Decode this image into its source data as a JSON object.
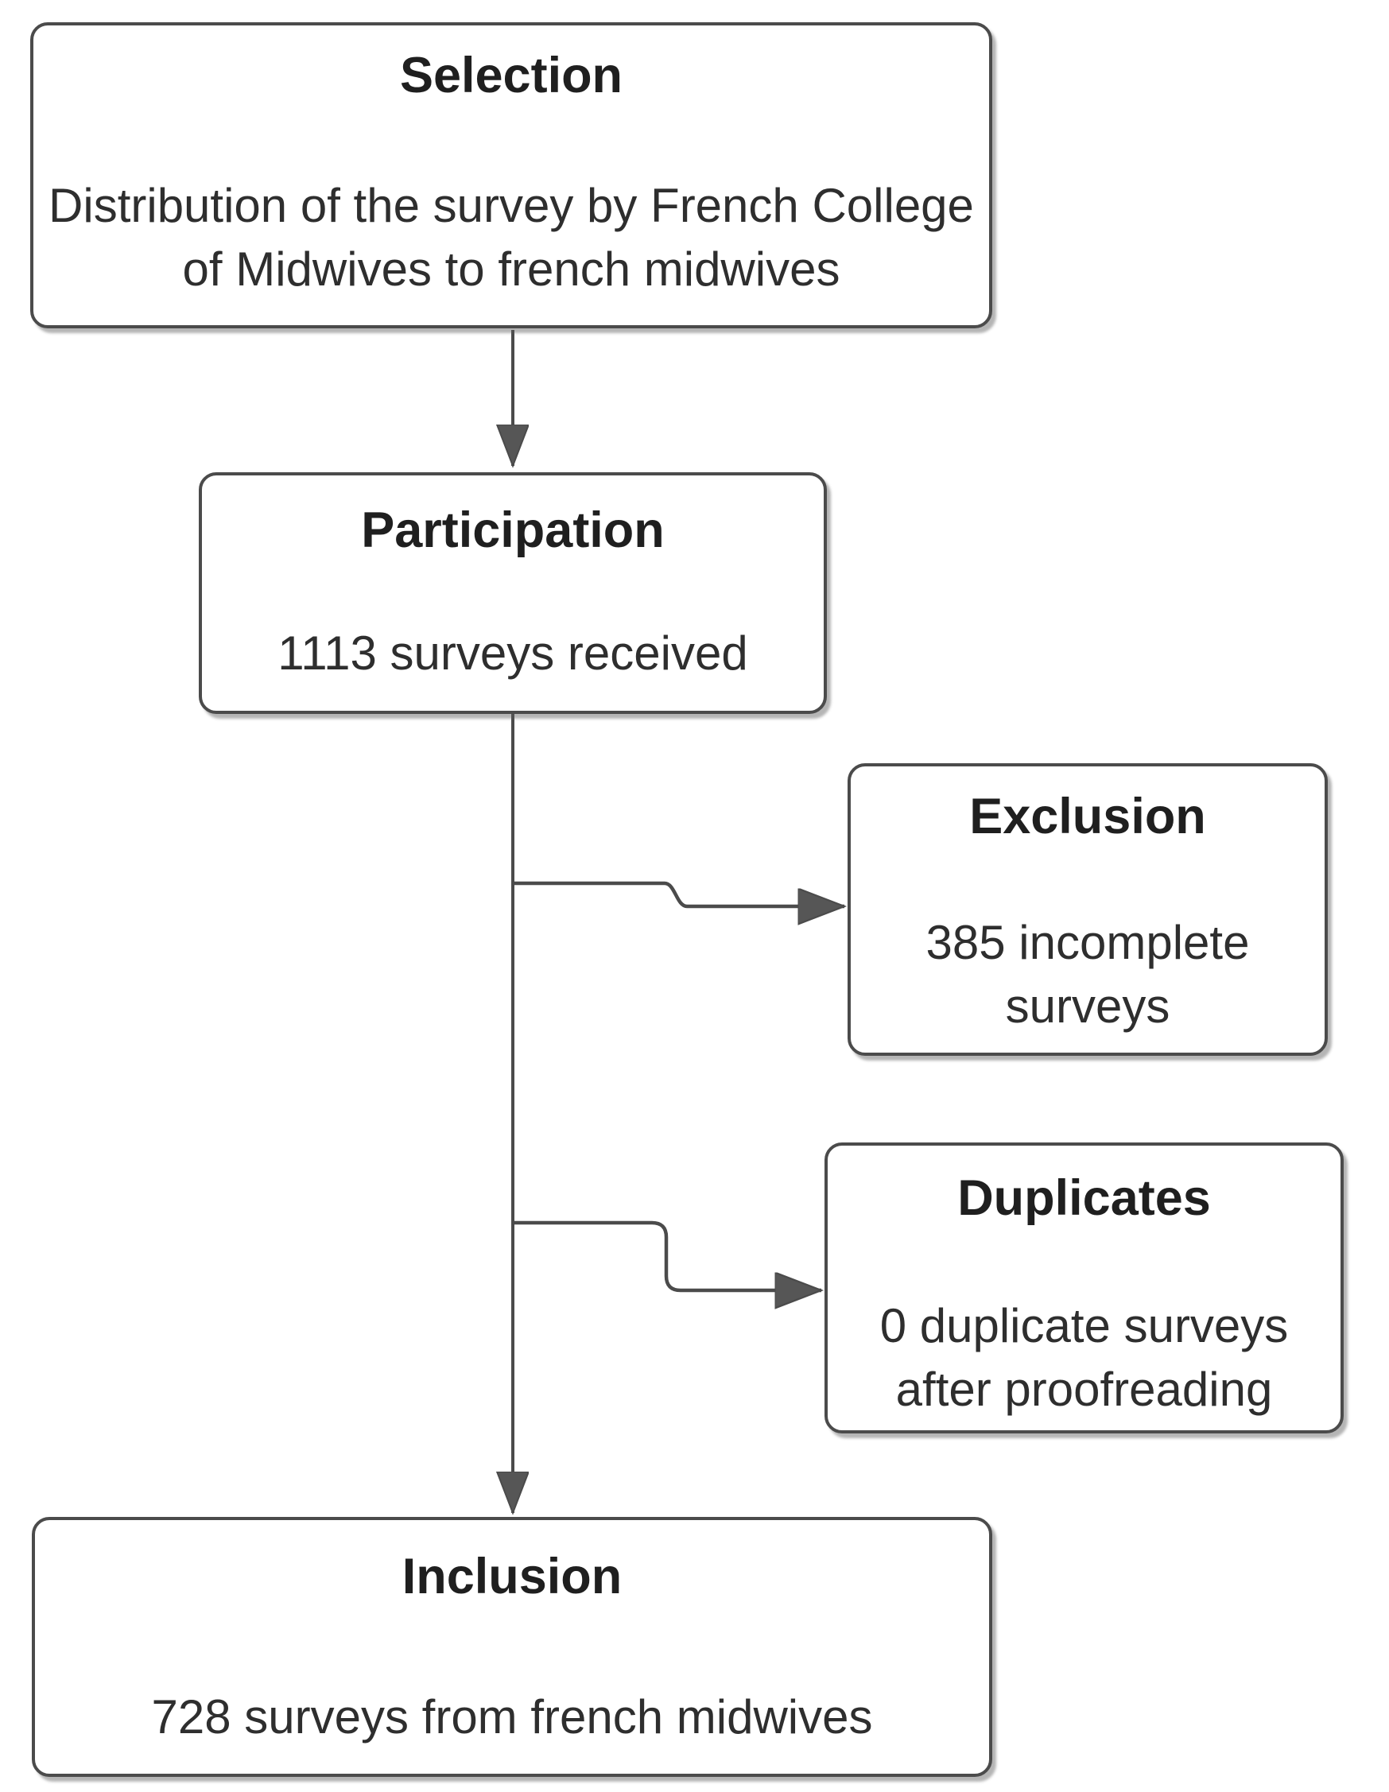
{
  "diagram": {
    "type": "flowchart",
    "background_color": "#ffffff",
    "line_color": "#4b4b4b",
    "arrowhead_color": "#565656",
    "title_color": "#1f1f1f",
    "body_color": "#2e2e2e",
    "nodes": [
      {
        "id": "selection",
        "title": "Selection",
        "body": "Distribution of the survey by French College of Midwives to french midwives"
      },
      {
        "id": "participation",
        "title": "Participation",
        "body": "1113 surveys received"
      },
      {
        "id": "exclusion",
        "title": "Exclusion",
        "body": "385 incomplete surveys"
      },
      {
        "id": "duplicates",
        "title": "Duplicates",
        "body": "0 duplicate surveys after proofreading"
      },
      {
        "id": "inclusion",
        "title": "Inclusion",
        "body": "728 surveys from french midwives"
      }
    ],
    "edges": [
      {
        "from": "selection",
        "to": "participation",
        "style": "arrow-down"
      },
      {
        "from": "participation",
        "to": "inclusion",
        "style": "arrow-down"
      },
      {
        "from": "participation",
        "to": "exclusion",
        "style": "arrow-branch-right"
      },
      {
        "from": "participation",
        "to": "duplicates",
        "style": "arrow-branch-right"
      }
    ]
  }
}
